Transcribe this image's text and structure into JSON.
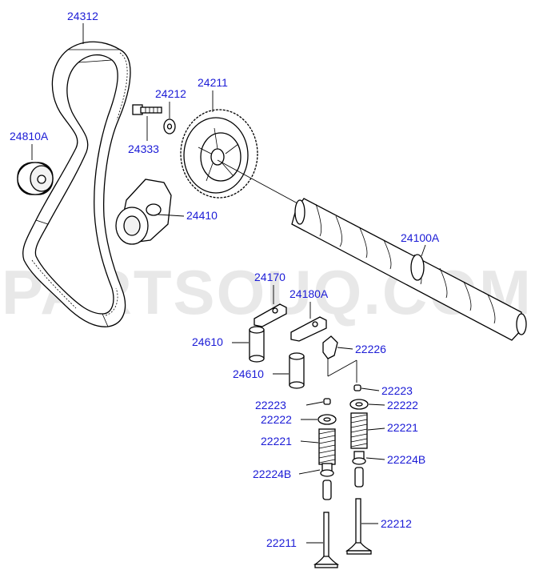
{
  "watermark": "PARTSOUQ.COM",
  "colors": {
    "label": "#1b1bd6",
    "watermark": "#e8e8e8",
    "line": "#000000"
  },
  "parts": {
    "timing_belt": "24312",
    "idler_pulley": "24810A",
    "washer": "24212",
    "bolt": "24333",
    "cam_sprocket": "24211",
    "tensioner": "24410",
    "camshaft": "24100A",
    "rocker_arm_a": "24170",
    "rocker_arm_b": "24180A",
    "lash_adjuster_1": "24610",
    "lash_adjuster_2": "24610",
    "rocker_pad": "22226",
    "retainer_lock_r": "22223",
    "retainer_lock_l": "22223",
    "spring_retainer_r": "22222",
    "spring_retainer_l": "22222",
    "valve_spring_r": "22221",
    "valve_spring_l": "22221",
    "stem_seal_r": "22224B",
    "stem_seal_l": "22224B",
    "intake_valve": "22212",
    "exhaust_valve": "22211"
  }
}
